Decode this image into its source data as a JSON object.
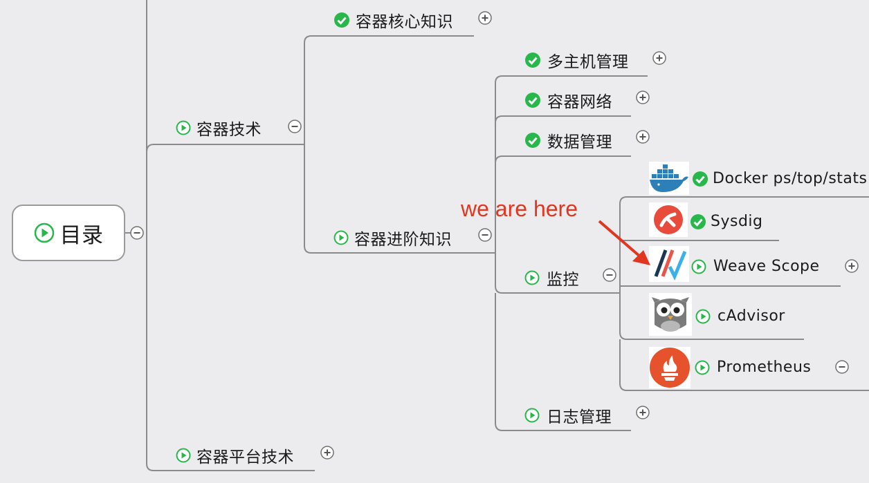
{
  "root": {
    "label": "目录",
    "status": "play"
  },
  "branches": {
    "tech": {
      "label": "容器技术",
      "status": "play",
      "toggle": "collapse"
    },
    "core": {
      "label": "容器核心知识",
      "status": "done",
      "toggle": "expand"
    },
    "advanced": {
      "label": "容器进阶知识",
      "status": "play",
      "toggle": "collapse"
    },
    "multihost": {
      "label": "多主机管理",
      "status": "done",
      "toggle": "expand"
    },
    "network": {
      "label": "容器网络",
      "status": "done",
      "toggle": "expand"
    },
    "data": {
      "label": "数据管理",
      "status": "done",
      "toggle": "expand"
    },
    "monitor": {
      "label": "监控",
      "status": "play",
      "toggle": "collapse"
    },
    "logs": {
      "label": "日志管理",
      "status": "play",
      "toggle": "expand"
    },
    "platform": {
      "label": "容器平台技术",
      "status": "play",
      "toggle": "expand"
    }
  },
  "monitoring_tools": [
    {
      "label": "Docker ps/top/stats",
      "status": "done",
      "logo": "docker-logo"
    },
    {
      "label": "Sysdig",
      "status": "done",
      "logo": "sysdig-logo"
    },
    {
      "label": "Weave Scope",
      "status": "play",
      "logo": "weave-scope-logo",
      "toggle": "expand"
    },
    {
      "label": "cAdvisor",
      "status": "play",
      "logo": "cadvisor-owl-logo"
    },
    {
      "label": "Prometheus",
      "status": "play",
      "logo": "prometheus-logo",
      "toggle": "collapse"
    }
  ],
  "annotation": {
    "text": "we are here",
    "color": "#e1361f"
  },
  "colors": {
    "done": "#27b74a",
    "play": "#27b74a",
    "line": "#8a8a8a"
  }
}
